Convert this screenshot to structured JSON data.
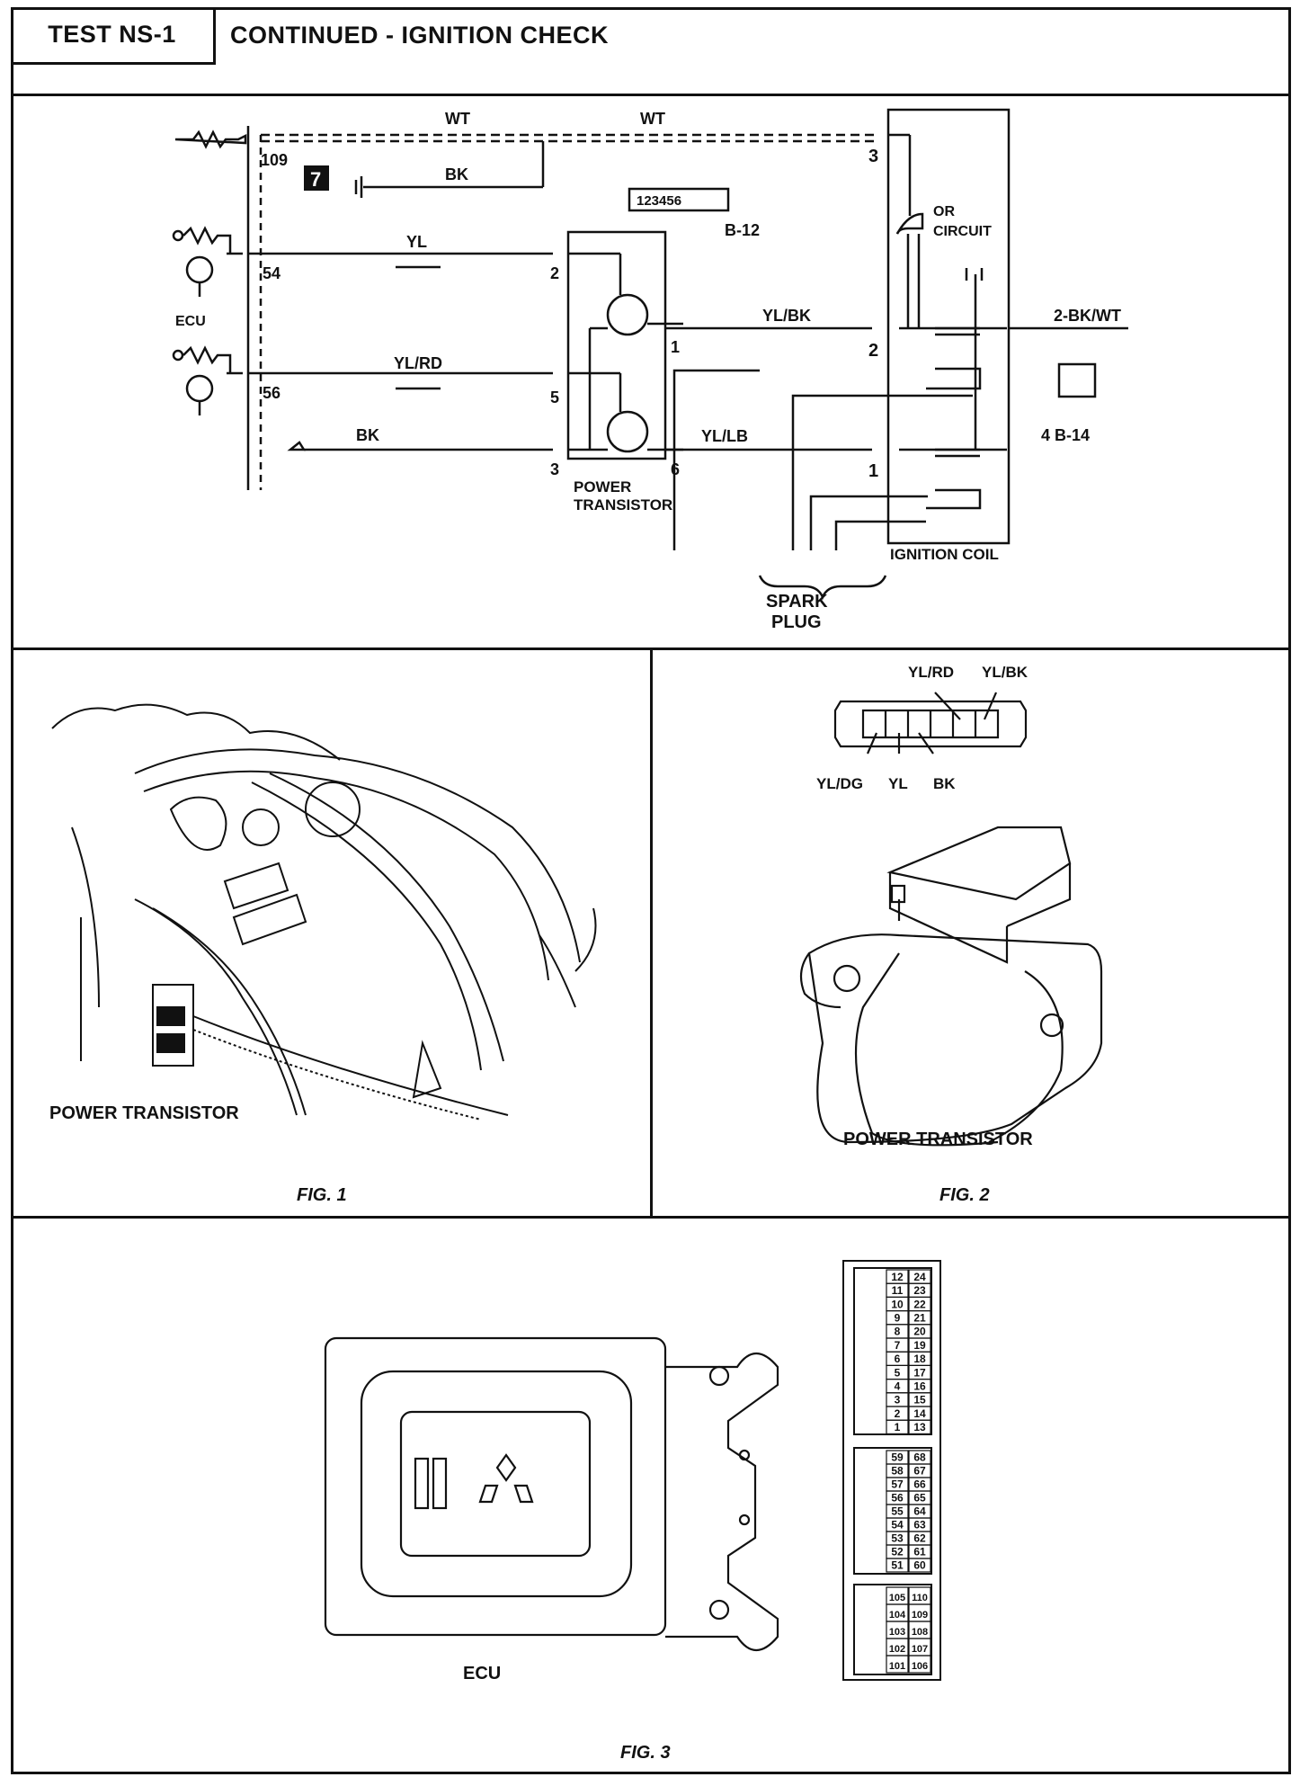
{
  "header": {
    "test_id": "TEST NS-1",
    "title": "CONTINUED - IGNITION CHECK"
  },
  "schematic": {
    "wire_wt_left": "WT",
    "wire_wt_right": "WT",
    "pin_109": "109",
    "box_number": "7",
    "wire_bk_ground": "BK",
    "connector_b12": "B-12",
    "connector_b12_pins": "123456",
    "wire_yl": "YL",
    "pin_54": "54",
    "ecu_label": "ECU",
    "wire_yl_rd": "YL/RD",
    "pin_56": "56",
    "wire_bk_lower": "BK",
    "pt_pin_2": "2",
    "pt_pin_5": "5",
    "pt_pin_3": "3",
    "pt_pin_1": "1",
    "pt_pin_6": "6",
    "power_transistor_l1": "POWER",
    "power_transistor_l2": "TRANSISTOR",
    "wire_yl_bk": "YL/BK",
    "wire_yl_lb": "YL/LB",
    "coil_pin_3": "3",
    "coil_pin_2": "2",
    "coil_pin_1": "1",
    "or_circuit_l1": "OR",
    "or_circuit_l2": "CIRCUIT",
    "wire_2_bk_wt": "2-BK/WT",
    "connector_b14": "4 B-14",
    "ignition_coil": "IGNITION COIL",
    "spark_l1": "SPARK",
    "spark_l2": "PLUG"
  },
  "fig1": {
    "label": "POWER TRANSISTOR",
    "caption": "FIG. 1"
  },
  "fig2": {
    "wire_yl_rd": "YL/RD",
    "wire_yl_bk": "YL/BK",
    "wire_yl_dg": "YL/DG",
    "wire_yl": "YL",
    "wire_bk": "BK",
    "label": "POWER TRANSISTOR",
    "caption": "FIG. 2"
  },
  "fig3": {
    "ecu_label": "ECU",
    "caption": "FIG. 3",
    "pins_block1_left": [
      "12",
      "11",
      "10",
      "9",
      "8",
      "7",
      "6",
      "5",
      "4",
      "3",
      "2",
      "1"
    ],
    "pins_block1_right": [
      "24",
      "23",
      "22",
      "21",
      "20",
      "19",
      "18",
      "17",
      "16",
      "15",
      "14",
      "13"
    ],
    "pins_block2_left": [
      "59",
      "58",
      "57",
      "56",
      "55",
      "54",
      "53",
      "52",
      "51"
    ],
    "pins_block2_right": [
      "68",
      "67",
      "66",
      "65",
      "64",
      "63",
      "62",
      "61",
      "60"
    ],
    "pins_block3_left": [
      "105",
      "104",
      "103",
      "102",
      "101"
    ],
    "pins_block3_right": [
      "110",
      "109",
      "108",
      "107",
      "106"
    ]
  }
}
